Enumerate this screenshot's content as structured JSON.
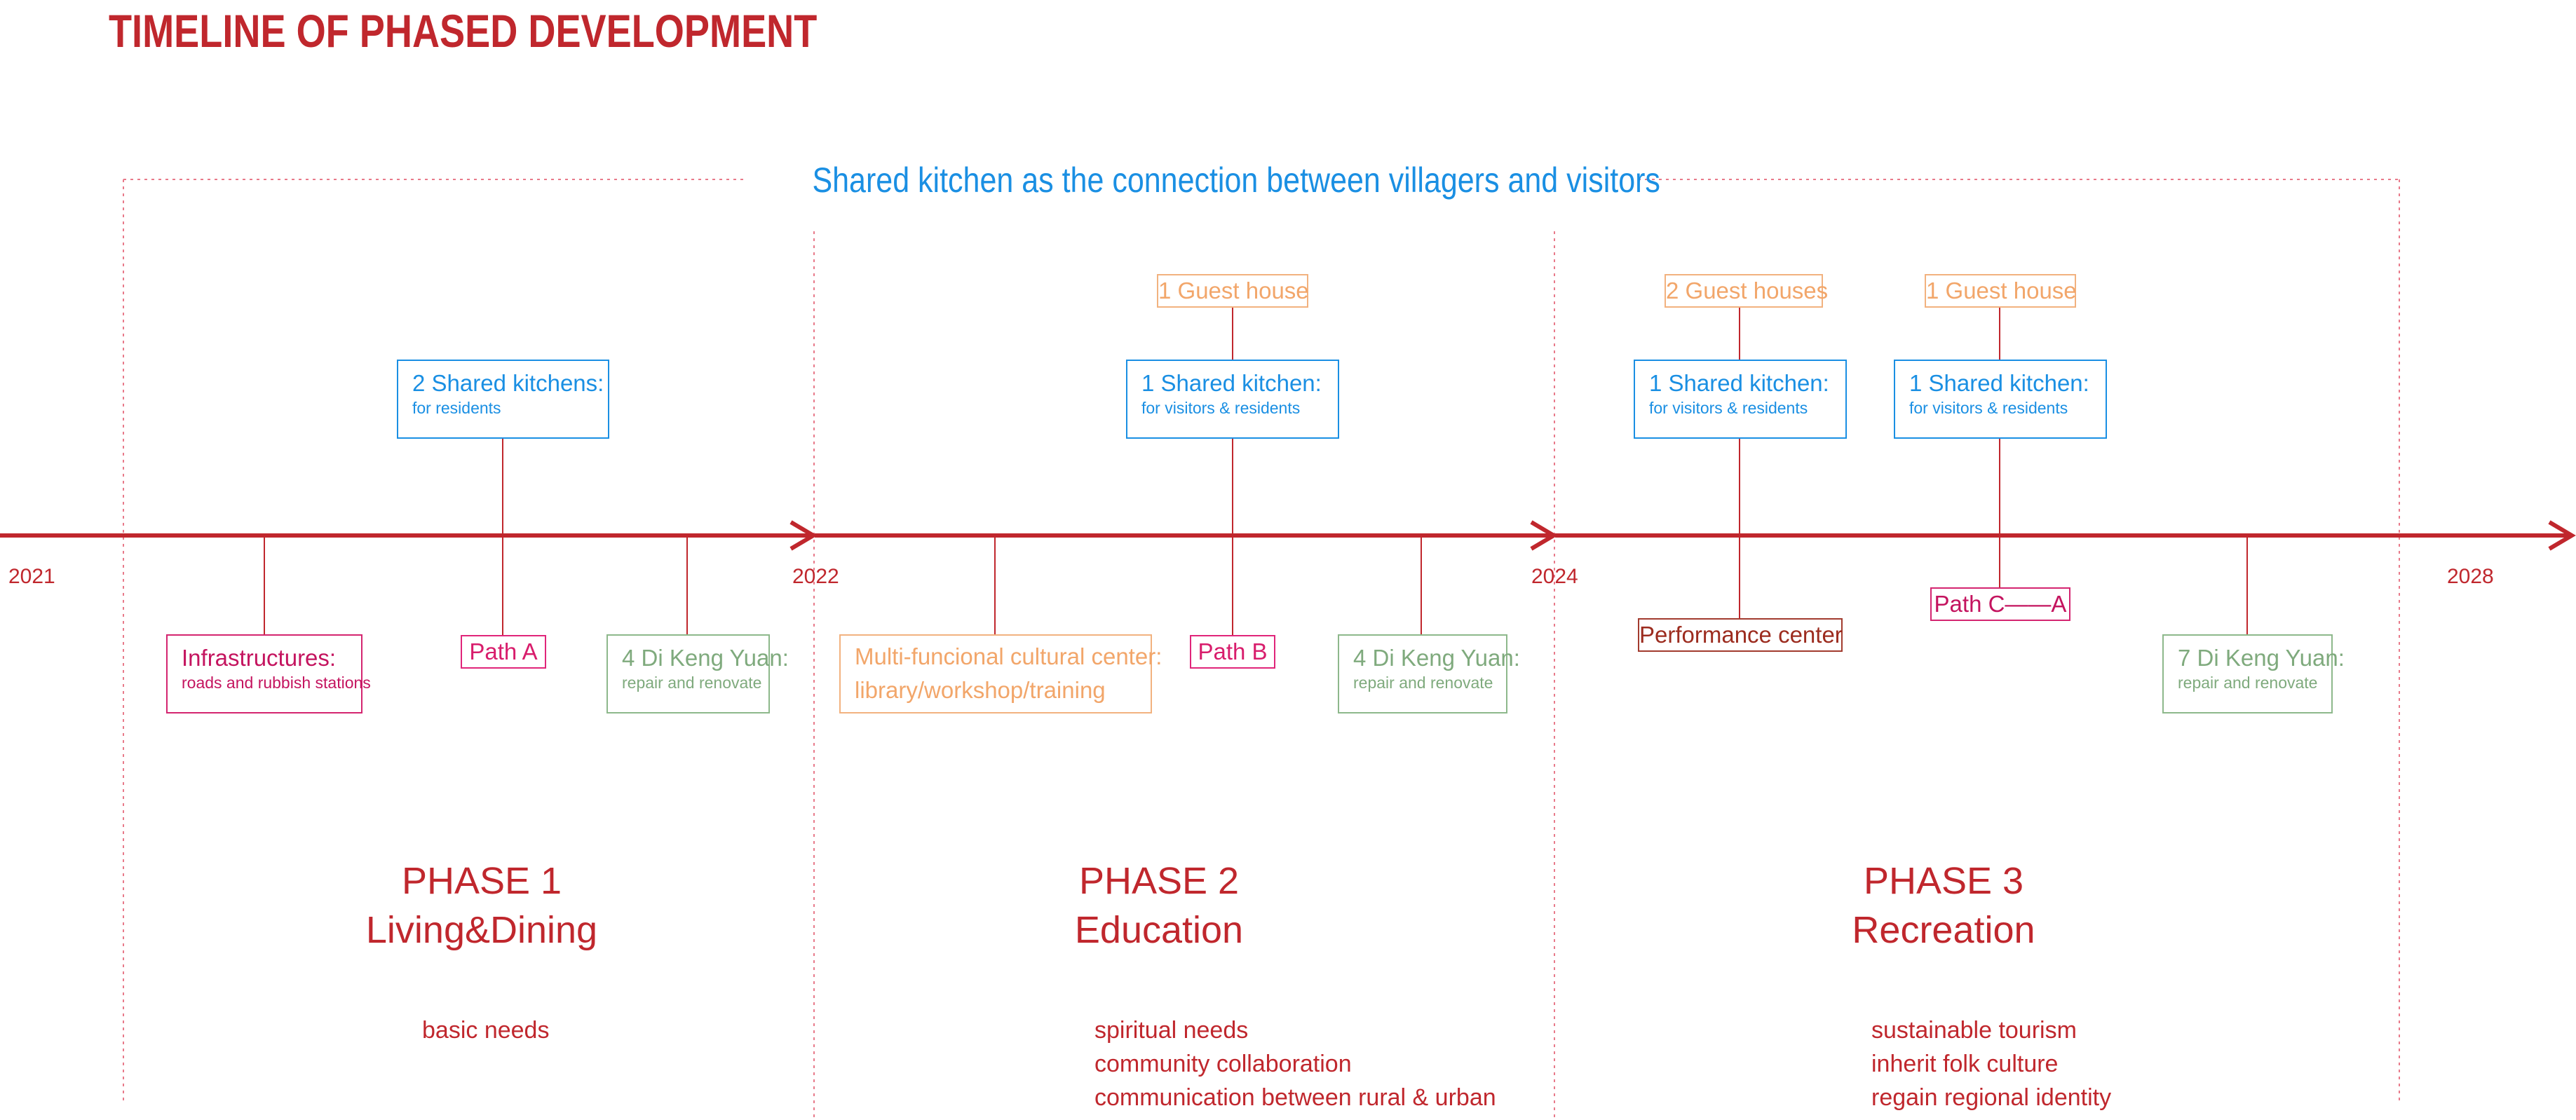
{
  "title": "TIMELINE OF PHASED DEVELOPMENT",
  "banner": "Shared kitchen as the connection between villagers and visitors",
  "years": [
    "2021",
    "2022",
    "2024",
    "2028"
  ],
  "colors": {
    "red": "#c0272d",
    "blue": "#1a8fe3",
    "peach": "#f2a66a",
    "pink": "#d81d6c",
    "green": "#7faa7d",
    "brown": "#9c2c1f"
  },
  "items": {
    "p1_kitchen": {
      "title": "2 Shared  kitchens:",
      "sub": "for residents"
    },
    "p1_infra": {
      "title": "Infrastructures:",
      "sub": "roads and rubbish stations"
    },
    "p1_path": "Path A",
    "p1_dikeng": {
      "title": "4 Di Keng Yuan:",
      "sub": "repair and renovate"
    },
    "p2_guest": "1 Guest house",
    "p2_kitchen": {
      "title": "1 Shared  kitchen:",
      "sub": "for visitors & residents"
    },
    "p2_cultural": {
      "title": "Multi-funcional cultural center:",
      "sub": "library/workshop/training"
    },
    "p2_path": "Path B",
    "p2_dikeng": {
      "title": "4 Di Keng Yuan:",
      "sub": "repair and renovate"
    },
    "p3_guest_a": "2 Guest houses",
    "p3_guest_b": "1 Guest house",
    "p3_kitchen_a": {
      "title": "1 Shared  kitchen:",
      "sub": "for visitors & residents"
    },
    "p3_kitchen_b": {
      "title": "1 Shared  kitchen:",
      "sub": "for visitors & residents"
    },
    "p3_performance": "Performance center",
    "p3_path": "Path C——A",
    "p3_dikeng": {
      "title": "7 Di Keng Yuan:",
      "sub": "repair and renovate"
    }
  },
  "phases": [
    {
      "label": "PHASE 1",
      "name": "Living&Dining",
      "needs": [
        "basic needs"
      ]
    },
    {
      "label": "PHASE 2",
      "name": "Education",
      "needs": [
        "spiritual needs",
        "community collaboration",
        "communication  between rural & urban"
      ]
    },
    {
      "label": "PHASE 3",
      "name": "Recreation",
      "needs": [
        "sustainable tourism",
        "inherit folk culture",
        "regain regional identity"
      ]
    }
  ]
}
